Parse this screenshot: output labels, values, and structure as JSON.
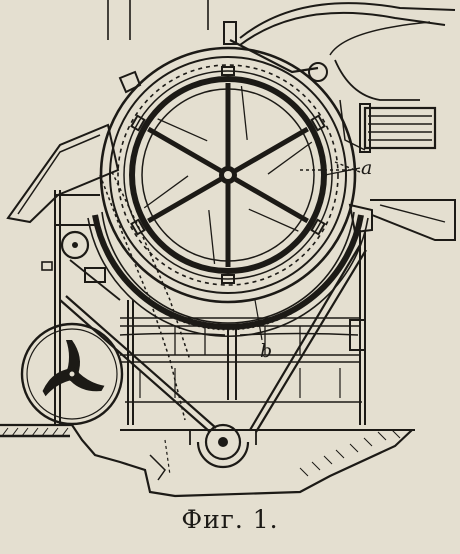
{
  "figure": {
    "caption": "Фиг. 1.",
    "labels": {
      "a": "a",
      "b": "b"
    },
    "colors": {
      "ink": "#1c1a16",
      "paper": "#e4dfd0"
    },
    "wheel": {
      "spokes": 6
    },
    "fan": {
      "blades": 3
    }
  }
}
